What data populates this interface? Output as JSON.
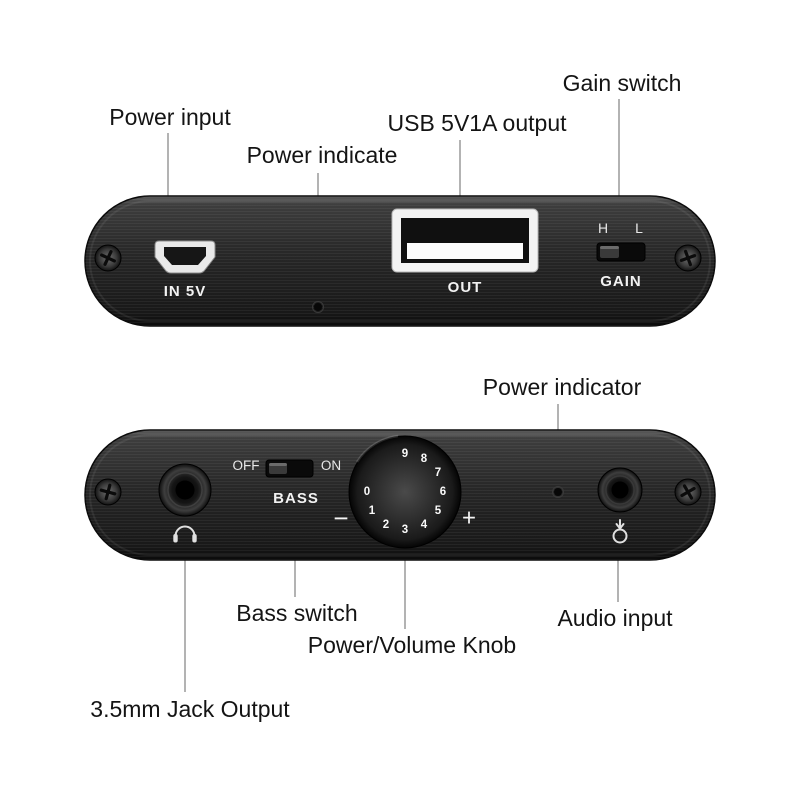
{
  "callouts": {
    "power_input": "Power input",
    "power_indicate": "Power indicate",
    "usb_output": "USB 5V1A output",
    "gain_switch": "Gain switch",
    "power_indicator": "Power indicator",
    "bass_switch": "Bass switch",
    "volume_knob": "Power/Volume Knob",
    "audio_input": "Audio input",
    "jack_output": "3.5mm Jack Output"
  },
  "top_panel": {
    "power_port_label": "IN 5V",
    "usb_port_label": "OUT",
    "gain_high": "H",
    "gain_low": "L",
    "gain_label": "GAIN"
  },
  "bottom_panel": {
    "bass_off": "OFF",
    "bass_on": "ON",
    "bass_label": "BASS",
    "knob_minus": "−",
    "knob_plus": "+",
    "knob_numbers": [
      "0",
      "1",
      "2",
      "3",
      "4",
      "5",
      "6",
      "7",
      "8",
      "9"
    ]
  },
  "colors": {
    "body": "#262626",
    "panel_text": "#f2f2f2",
    "callout_text": "#141414",
    "leader_line": "#b3b3b3"
  }
}
